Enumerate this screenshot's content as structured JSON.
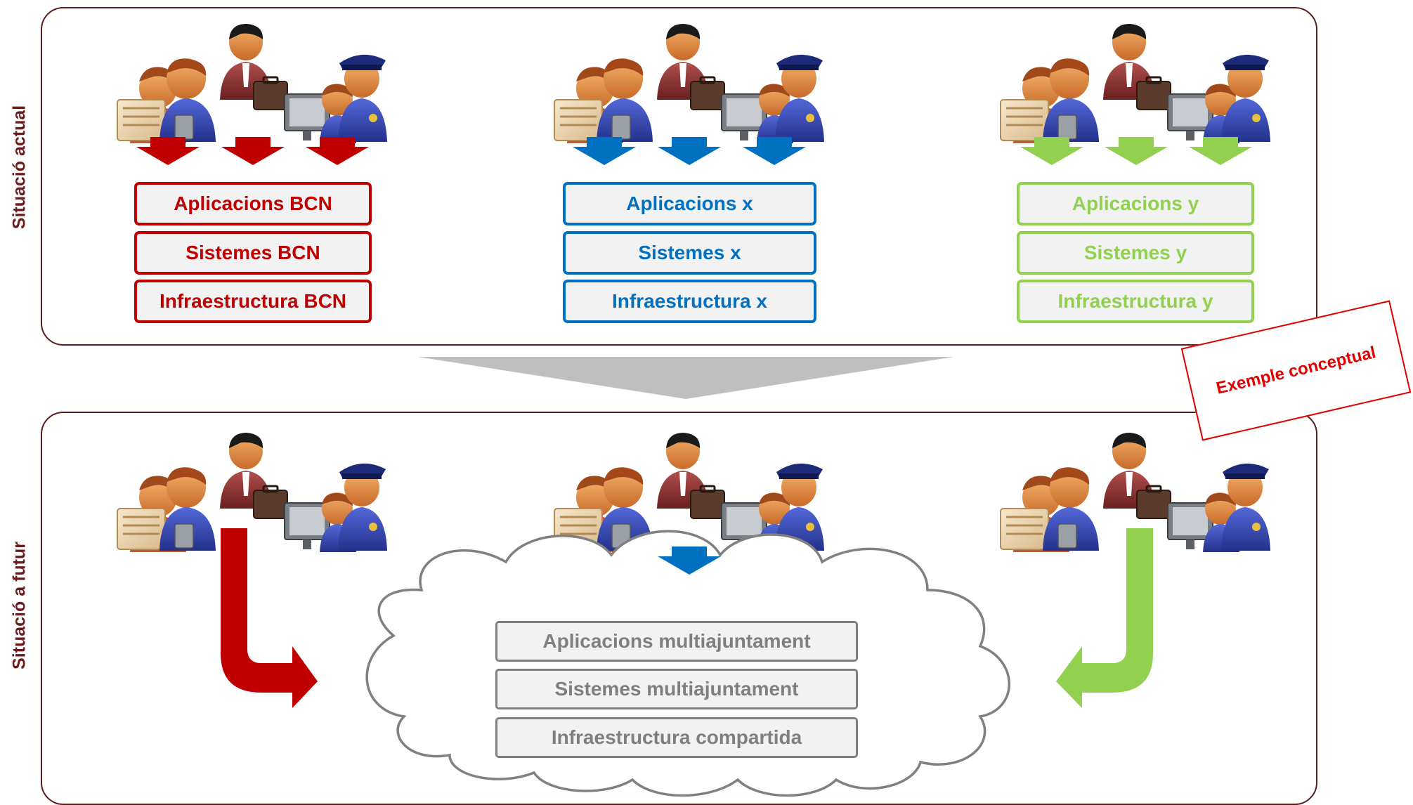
{
  "labels": {
    "current": "Situació actual",
    "future": "Situació a futur",
    "stamp": "Exemple conceptual"
  },
  "current": {
    "groups": [
      {
        "color": "#c00000",
        "layers": [
          "Aplicacions BCN",
          "Sistemes BCN",
          "Infraestructura BCN"
        ]
      },
      {
        "color": "#0070c0",
        "layers": [
          "Aplicacions x",
          "Sistemes x",
          "Infraestructura x"
        ]
      },
      {
        "color": "#92d050",
        "layers": [
          "Aplicacions y",
          "Sistemes y",
          "Infraestructura y"
        ]
      }
    ]
  },
  "future": {
    "color": "#7f7f7f",
    "layers": [
      "Aplicacions multiajuntament",
      "Sistemes multiajuntament",
      "Infraestructura compartida"
    ]
  },
  "icons": [
    "users-group-icon",
    "down-arrow-icon",
    "transition-arrow-icon",
    "cloud-icon",
    "bent-arrow-icon"
  ]
}
